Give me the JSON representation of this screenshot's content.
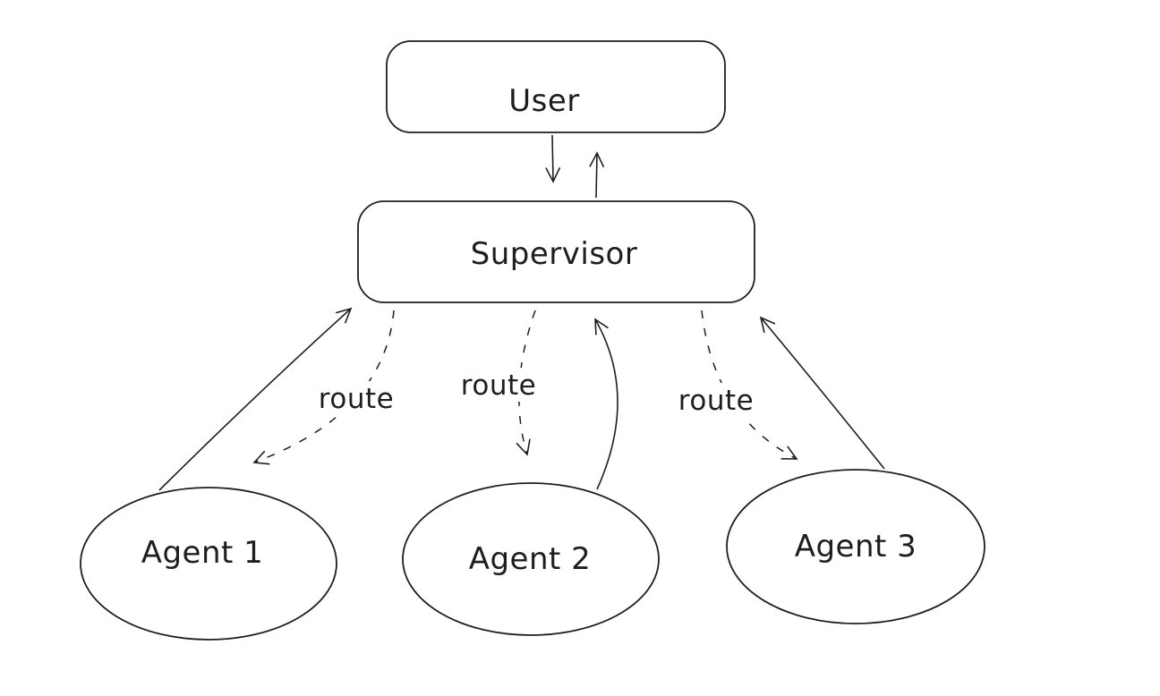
{
  "page": {
    "background_color": "#ffffff",
    "stroke_color": "#1e1e1e",
    "style": "hand-drawn-flowchart"
  },
  "diagram": {
    "nodes": [
      {
        "id": "user",
        "label": "User",
        "shape": "rounded-rectangle"
      },
      {
        "id": "supervisor",
        "label": "Supervisor",
        "shape": "rounded-rectangle"
      },
      {
        "id": "agent1",
        "label": "Agent 1",
        "shape": "ellipse"
      },
      {
        "id": "agent2",
        "label": "Agent 2",
        "shape": "ellipse"
      },
      {
        "id": "agent3",
        "label": "Agent 3",
        "shape": "ellipse"
      }
    ],
    "edges": [
      {
        "from": "User",
        "to": "Supervisor",
        "style": "solid",
        "label": ""
      },
      {
        "from": "Supervisor",
        "to": "User",
        "style": "solid",
        "label": ""
      },
      {
        "from": "Supervisor",
        "to": "Agent 1",
        "style": "dashed",
        "label": "route"
      },
      {
        "from": "Supervisor",
        "to": "Agent 2",
        "style": "dashed",
        "label": "route"
      },
      {
        "from": "Supervisor",
        "to": "Agent 3",
        "style": "dashed",
        "label": "route"
      },
      {
        "from": "Agent 1",
        "to": "Supervisor",
        "style": "solid",
        "label": ""
      },
      {
        "from": "Agent 2",
        "to": "Supervisor",
        "style": "solid",
        "label": ""
      },
      {
        "from": "Agent 3",
        "to": "Supervisor",
        "style": "solid",
        "label": ""
      }
    ]
  }
}
